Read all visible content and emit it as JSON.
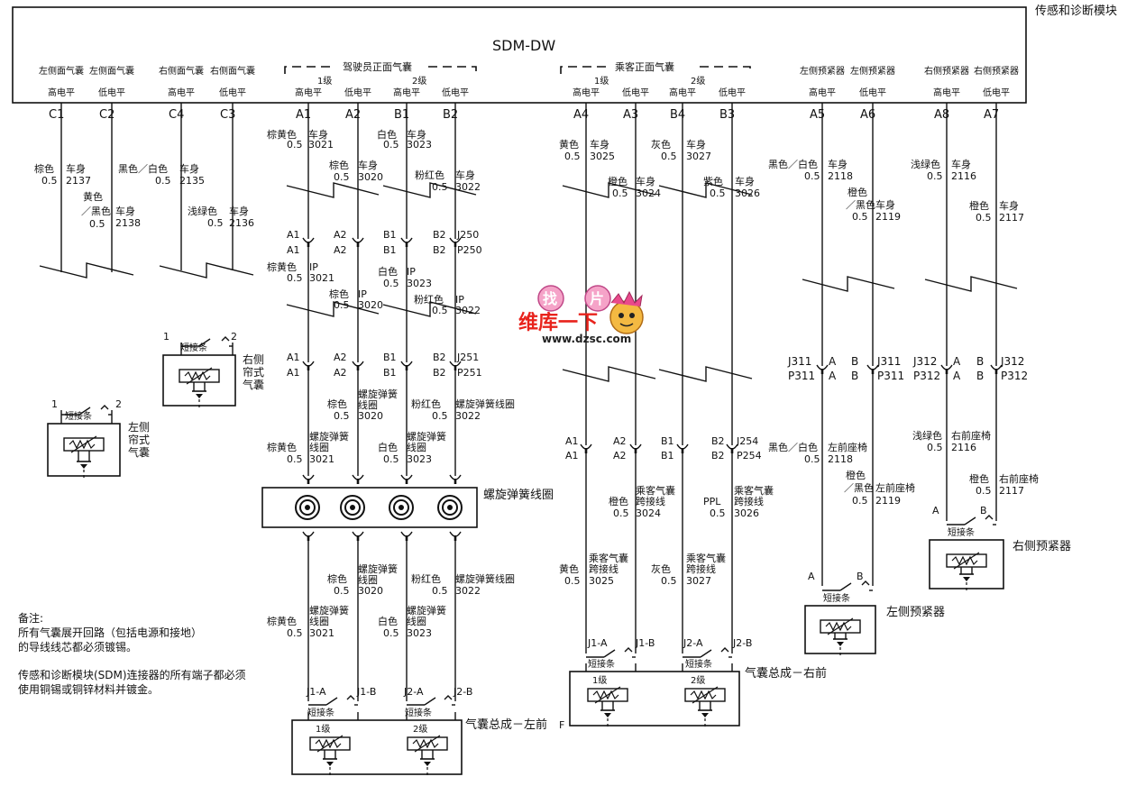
{
  "module": {
    "name": "SDM-DW",
    "title": "传感和诊断模块",
    "group_driver": "驾驶员正面气囊",
    "group_passenger": "乘客正面气囊",
    "stage1": "1级",
    "stage2": "2级"
  },
  "header_cols": [
    {
      "line1": "左侧面气囊",
      "line2": "高电平",
      "pin": "C1"
    },
    {
      "line1": "左侧面气囊",
      "line2": "低电平",
      "pin": "C2"
    },
    {
      "line1": "右侧面气囊",
      "line2": "高电平",
      "pin": "C4"
    },
    {
      "line1": "右侧面气囊",
      "line2": "低电平",
      "pin": "C3"
    },
    {
      "line1": "",
      "line2": "高电平",
      "pin": "A1"
    },
    {
      "line1": "",
      "line2": "低电平",
      "pin": "A2"
    },
    {
      "line1": "",
      "line2": "高电平",
      "pin": "B1"
    },
    {
      "line1": "",
      "line2": "低电平",
      "pin": "B2"
    },
    {
      "line1": "",
      "line2": "高电平",
      "pin": "A4"
    },
    {
      "line1": "",
      "line2": "低电平",
      "pin": "A3"
    },
    {
      "line1": "",
      "line2": "高电平",
      "pin": "B4"
    },
    {
      "line1": "",
      "line2": "低电平",
      "pin": "B3"
    },
    {
      "line1": "左侧预紧器",
      "line2": "高电平",
      "pin": "A5"
    },
    {
      "line1": "左侧预紧器",
      "line2": "低电平",
      "pin": "A6"
    },
    {
      "line1": "右侧预紧器",
      "line2": "高电平",
      "pin": "A8"
    },
    {
      "line1": "右侧预紧器",
      "line2": "低电平",
      "pin": "A7"
    }
  ],
  "wire_labels": {
    "c1": {
      "color": "棕色",
      "gauge": "0.5",
      "type": "车身",
      "num": "2137"
    },
    "c2": {
      "color": "黑色／白色",
      "gauge": "0.5",
      "type": "车身",
      "num": "2135"
    },
    "c2b": {
      "color1": "黄色",
      "color2": "／黑色",
      "gauge": "0.5",
      "type": "车身",
      "num": "2138"
    },
    "c3": {
      "color": "浅绿色",
      "gauge": "0.5",
      "type": "车身",
      "num": "2136"
    },
    "a1": {
      "color": "棕黄色",
      "gauge": "0.5",
      "type": "车身",
      "num": "3021"
    },
    "a2": {
      "color": "棕色",
      "gauge": "0.5",
      "type": "车身",
      "num": "3020"
    },
    "b1": {
      "color": "白色",
      "gauge": "0.5",
      "type": "车身",
      "num": "3023"
    },
    "b2": {
      "color": "粉红色",
      "gauge": "0.5",
      "type": "车身",
      "num": "3022"
    },
    "a4": {
      "color": "黄色",
      "gauge": "0.5",
      "type": "车身",
      "num": "3025"
    },
    "b4": {
      "color": "灰色",
      "gauge": "0.5",
      "type": "车身",
      "num": "3027"
    },
    "a3": {
      "color": "橙色",
      "gauge": "0.5",
      "type": "车身",
      "num": "3024"
    },
    "b3": {
      "color": "紫色",
      "gauge": "0.5",
      "type": "车身",
      "num": "3026"
    },
    "a5": {
      "color": "黑色／白色",
      "gauge": "0.5",
      "type": "车身",
      "num": "2118"
    },
    "a6": {
      "color1": "橙色",
      "color2": "／黑色",
      "gauge": "0.5",
      "type": "车身",
      "num": "2119"
    },
    "a8": {
      "color": "浅绿色",
      "gauge": "0.5",
      "type": "车身",
      "num": "2116"
    },
    "a7": {
      "color": "橙色",
      "gauge": "0.5",
      "type": "车身",
      "num": "2117"
    },
    "ip_a1": {
      "color": "棕黄色",
      "gauge": "0.5",
      "type": "IP",
      "num": "3021"
    },
    "ip_a2": {
      "color": "棕色",
      "gauge": "0.5",
      "type": "IP",
      "num": "3020"
    },
    "ip_b1": {
      "color": "白色",
      "gauge": "0.5",
      "type": "IP",
      "num": "3023"
    },
    "ip_b2": {
      "color": "粉红色",
      "gauge": "0.5",
      "type": "IP",
      "num": "3022"
    },
    "sc_a2": {
      "color": "棕色",
      "gauge": "0.5",
      "t1": "螺旋弹簧",
      "t2": "线圈",
      "num": "3020"
    },
    "sc_b2": {
      "color": "粉红色",
      "gauge": "0.5",
      "t1": "螺旋弹簧线圈",
      "num": "3022"
    },
    "sc_a1": {
      "color": "棕黄色",
      "gauge": "0.5",
      "t1": "螺旋弹簧",
      "t2": "线圈",
      "num": "3021"
    },
    "sc_b1": {
      "color": "白色",
      "gauge": "0.5",
      "t1": "螺旋弹簧",
      "t2": "线圈",
      "num": "3023"
    },
    "px_a3": {
      "color": "橙色",
      "gauge": "0.5",
      "t1": "乘客气囊",
      "t2": "跨接线",
      "num": "3024"
    },
    "px_b3": {
      "color": "PPL",
      "gauge": "0.5",
      "t1": "乘客气囊",
      "t2": "跨接线",
      "num": "3026"
    },
    "px_a4": {
      "color": "黄色",
      "gauge": "0.5",
      "t1": "乘客气囊",
      "t2": "跨接线",
      "num": "3025"
    },
    "px_b4": {
      "color": "灰色",
      "gauge": "0.5",
      "t1": "乘客气囊",
      "t2": "跨接线",
      "num": "3027"
    },
    "seat_a5": {
      "color": "黑色／白色",
      "gauge": "0.5",
      "type": "左前座椅",
      "num": "2118"
    },
    "seat_a6": {
      "color1": "橙色",
      "color2": "／黑色",
      "gauge": "0.5",
      "type": "左前座椅",
      "num": "2119"
    },
    "seat_a8": {
      "color": "浅绿色",
      "gauge": "0.5",
      "type": "右前座椅",
      "num": "2116"
    },
    "seat_a7": {
      "color": "橙色",
      "gauge": "0.5",
      "type": "右前座椅",
      "num": "2117"
    }
  },
  "connectors": {
    "j250": "J250",
    "p250": "P250",
    "j251": "J251",
    "p251": "P251",
    "j254": "J254",
    "p254": "P254",
    "j311": "J311",
    "p311": "P311",
    "j312": "J312",
    "p312": "P312"
  },
  "pins": {
    "A": "A",
    "B": "B",
    "A1": "A1",
    "A2": "A2",
    "B1": "B1",
    "B2": "B2",
    "n1": "1",
    "n2": "2",
    "J1A": "J1-A",
    "J1B": "J1-B",
    "J2A": "J2-A",
    "J2B": "J2-B"
  },
  "components": {
    "left_curtain": {
      "l1": "左侧",
      "l2": "帘式",
      "l3": "气囊"
    },
    "right_curtain": {
      "l1": "右侧",
      "l2": "帘式",
      "l3": "气囊"
    },
    "clock_spring": "螺旋弹簧线圈",
    "driver_airbag": "气囊总成－左前",
    "passenger_airbag": "气囊总成－右前",
    "left_pretensioner": "左侧预紧器",
    "right_pretensioner": "右侧预紧器",
    "shorting_bar": "短接条",
    "stage1": "1级",
    "stage2": "2级",
    "f_mark": "F"
  },
  "notes": {
    "title": "备注:",
    "l1": "所有气囊展开回路（包括电源和接地）",
    "l2": "的导线线芯都必须镀锡。",
    "l3": "传感和诊断模块(SDM)连接器的所有端子都必须",
    "l4": "使用铜锡或铜锌材料并镀金。"
  },
  "watermark": {
    "w1": "找",
    "w2": "片",
    "w3": "维库一下",
    "url": "www.dzsc.com"
  }
}
